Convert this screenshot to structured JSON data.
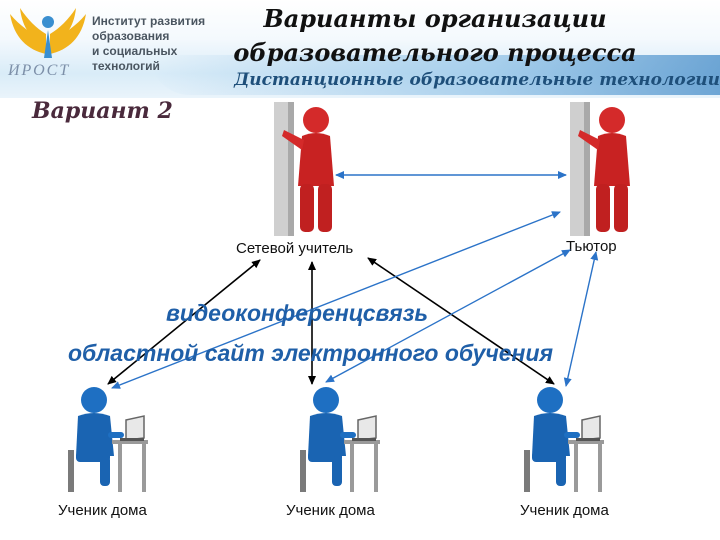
{
  "header": {
    "title_line1": "Варианты организации",
    "title_line2": "образовательного процесса",
    "subtitle": "Дистанционные образовательные технологии"
  },
  "org": {
    "line1": "Институт развития",
    "line2": "образования",
    "line3": "и социальных",
    "line4": "технологий",
    "logo_text": "ИРОСТ"
  },
  "variant_label": "Вариант 2",
  "roles": {
    "teacher": "Сетевой учитель",
    "tutor": "Тьютор"
  },
  "channels": {
    "video": "видеоконференцсвязь",
    "site": "областной сайт электронного обучения"
  },
  "students": [
    "Ученик дома",
    "Ученик дома",
    "Ученик дома"
  ],
  "colors": {
    "red_figure": "#d42a2a",
    "blue_figure": "#1e6fc2",
    "arrow_blue": "#2b73c8",
    "arrow_black": "#000000",
    "channel_text": "#1f5fa8"
  }
}
